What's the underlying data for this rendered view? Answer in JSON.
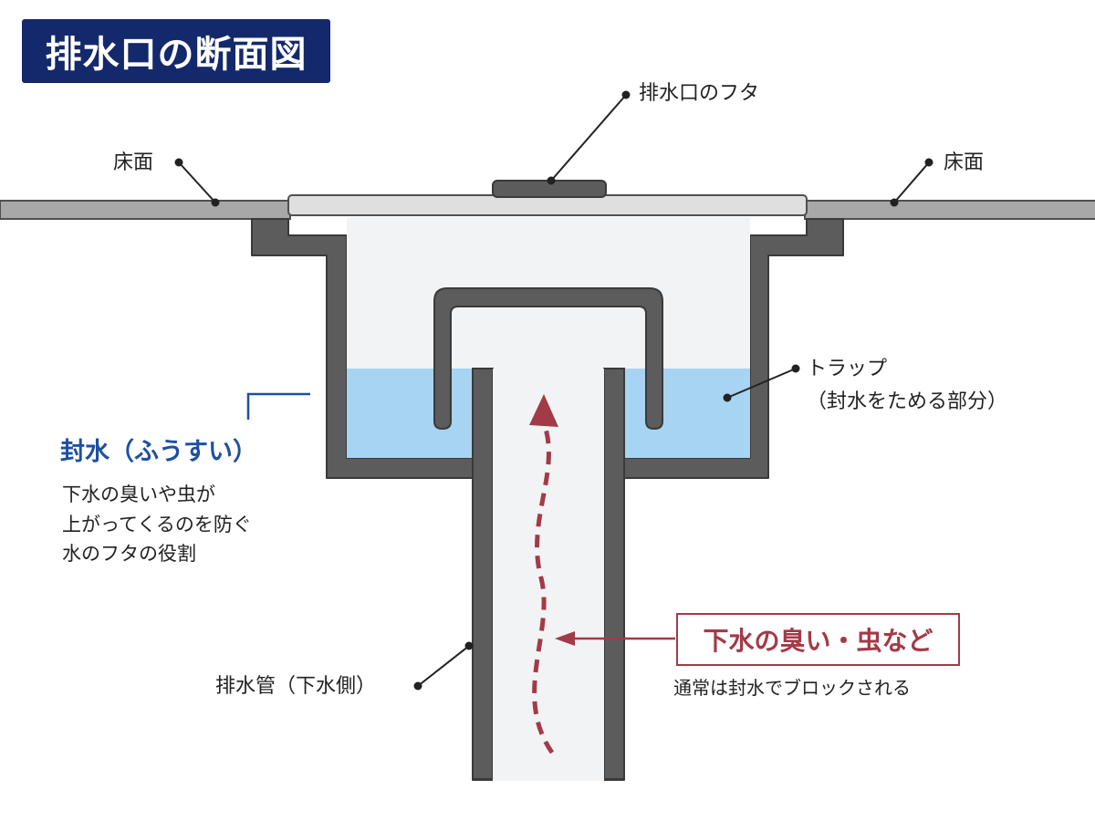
{
  "title": "排水口の断面図",
  "labels": {
    "cover": "排水口のフタ",
    "floor_left": "床面",
    "floor_right": "床面",
    "trap": "トラップ",
    "trap_sub": "（封水をためる部分）",
    "pipe": "排水管（下水側）"
  },
  "seal": {
    "title": "封水（ふうすい）",
    "desc_lines": [
      "下水の臭いや虫が",
      "上がってくるのを防ぐ",
      "水のフタの役割"
    ]
  },
  "odor": {
    "box_text": "下水の臭い・虫など",
    "note": "通常は封水でブロックされる"
  },
  "colors": {
    "title_bg": "#14296b",
    "wall": "#5c5c5c",
    "interior": "#f2f3f4",
    "water": "#a6d4f2",
    "floor": "#a8a8a8",
    "accent_red": "#a33a48",
    "seal_blue": "#1d4fa3"
  }
}
